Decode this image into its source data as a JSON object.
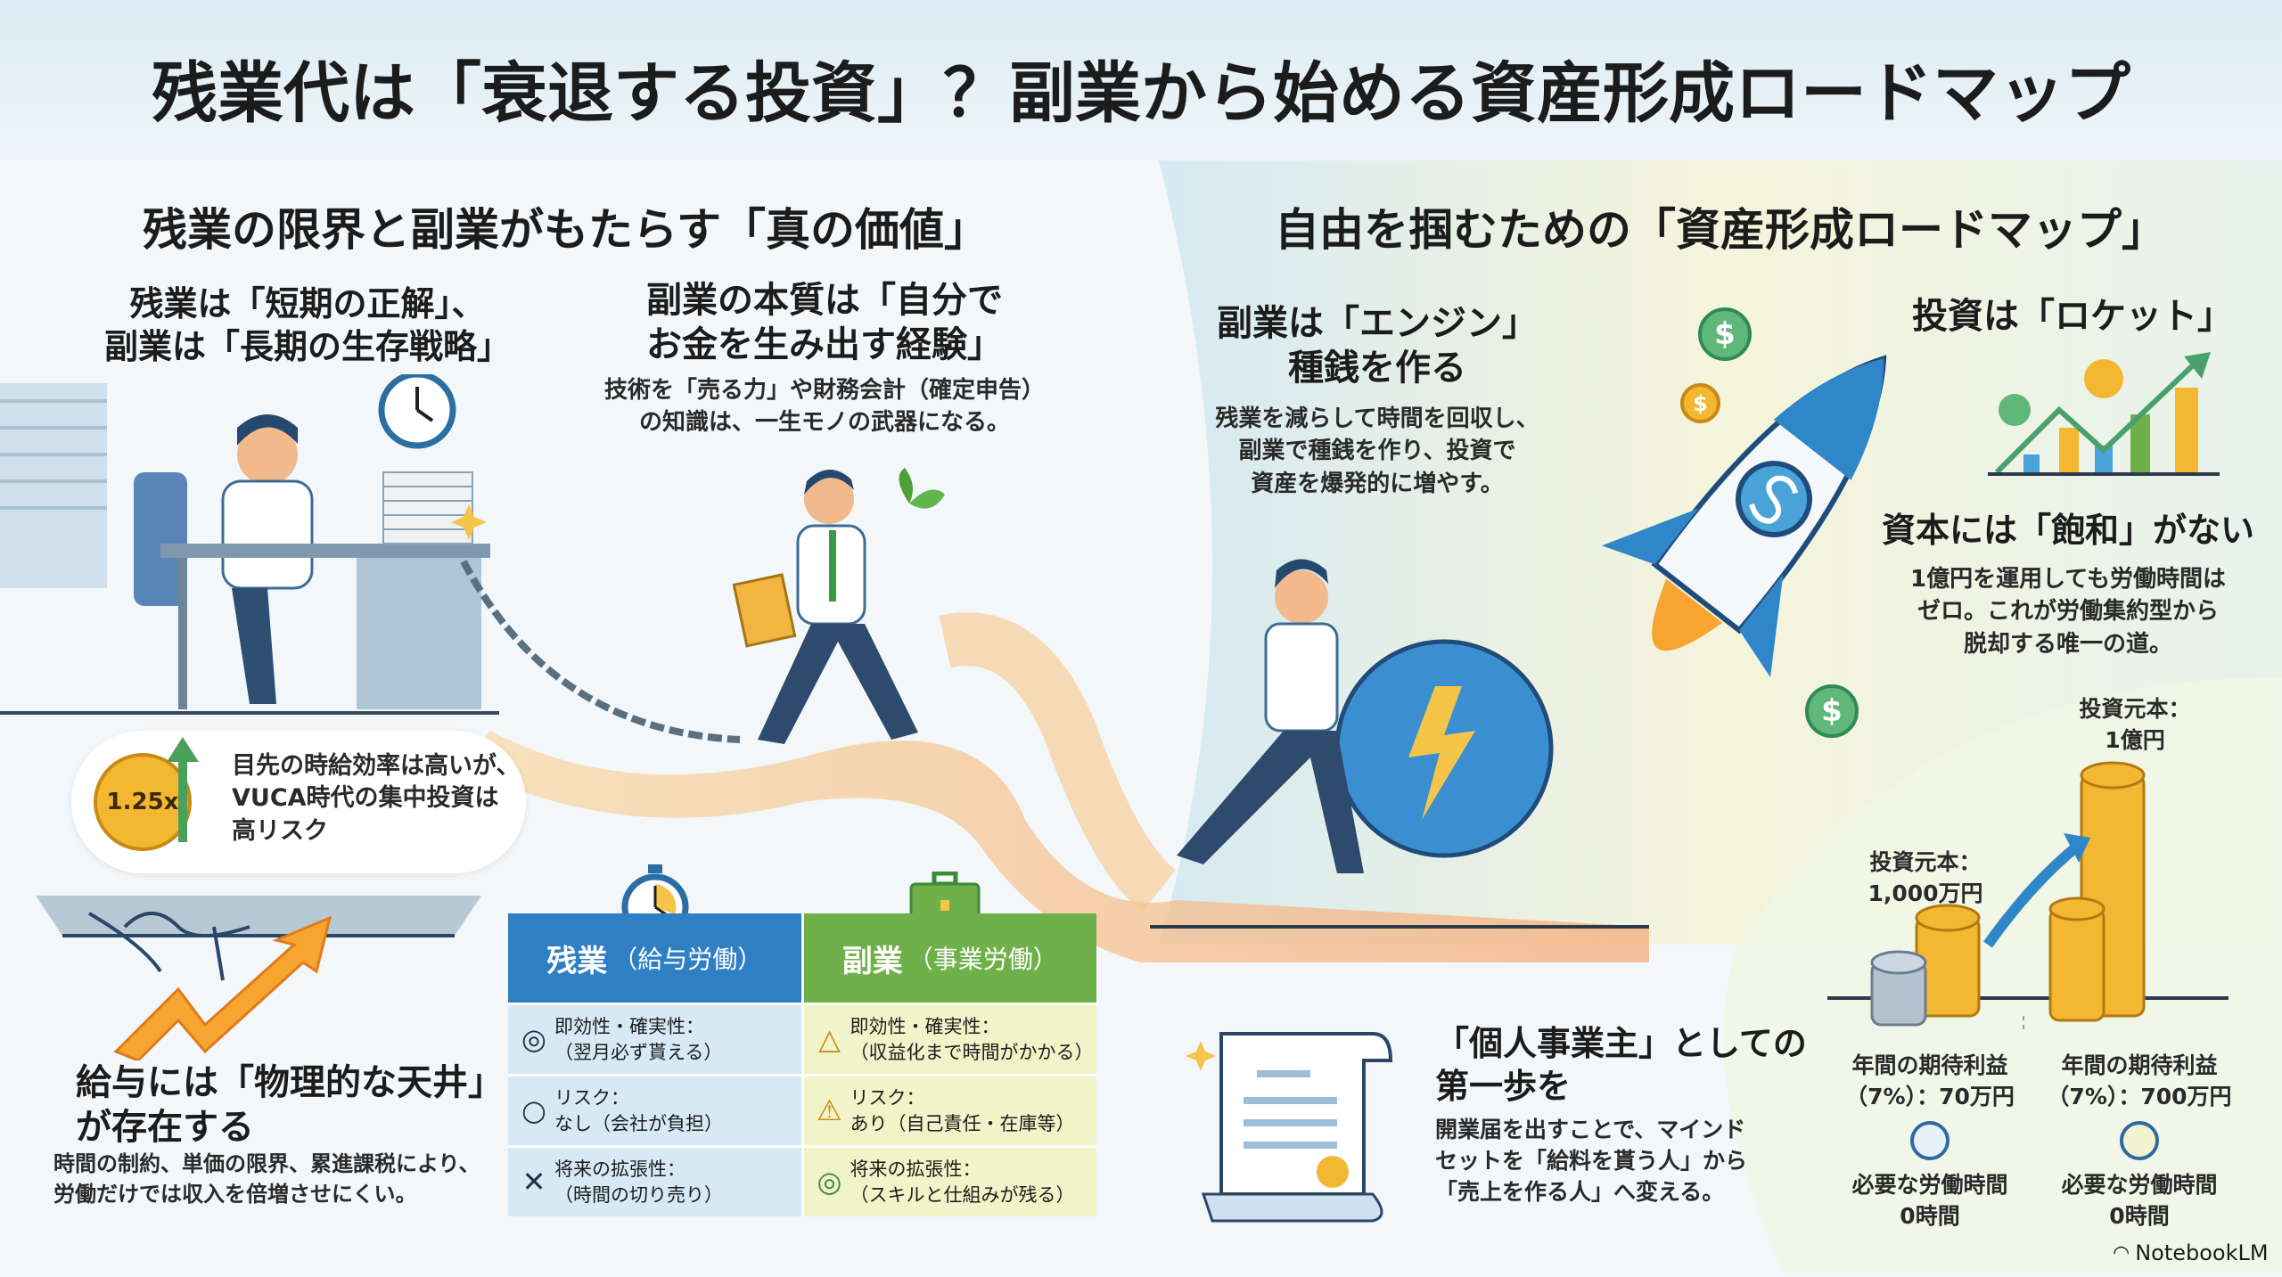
{
  "title": "残業代は「衰退する投資」？副業から始める資産形成ロードマップ",
  "left": {
    "heading": "残業の限界と副業がもたらす「真の価値」",
    "block1": {
      "line1": "残業は「短期の正解」、",
      "line2": "副業は「長期の生存戦略」"
    },
    "block2": {
      "line1": "副業の本質は「自分で",
      "line2": "お金を生み出す経験」",
      "body1": "技術を「売る力」や財務会計（確定申告）",
      "body2": "の知識は、一生モノの武器になる。"
    },
    "bubble": {
      "coin_label": "1.25x",
      "line1": "目先の時給効率は高いが、",
      "line2": "VUCA時代の集中投資は",
      "line3": "高リスク"
    },
    "ceiling": {
      "line1": "給与には「物理的な天井」",
      "line2": "が存在する",
      "body1": "時間の制約、単価の限界、累進課税により、",
      "body2": "労働だけでは収入を倍増させにくい。"
    },
    "table": {
      "col1": {
        "title": "残業",
        "sub": "（給与労働）",
        "color": "#2f7fc4"
      },
      "col2": {
        "title": "副業",
        "sub": "（事業労働）",
        "color": "#6fb04a"
      },
      "rows": [
        {
          "m1": "◎",
          "a1": "即効性・確実性：",
          "b1": "（翌月必ず貰える）",
          "m2": "△",
          "a2": "即効性・確実性：",
          "b2": "（収益化まで時間がかかる）"
        },
        {
          "m1": "○",
          "a1": "リスク：",
          "b1": "なし（会社が負担）",
          "m2": "⚠",
          "a2": "リスク：",
          "b2": "あり（自己責任・在庫等）"
        },
        {
          "m1": "✕",
          "a1": "将来の拡張性：",
          "b1": "（時間の切り売り）",
          "m2": "◎",
          "a2": "将来の拡張性：",
          "b2": "（スキルと仕組みが残る）"
        }
      ]
    }
  },
  "right": {
    "heading": "自由を掴むための「資産形成ロードマップ」",
    "engine": {
      "line1": "副業は「エンジン」",
      "line2": "種銭を作る",
      "body1": "残業を減らして時間を回収し、",
      "body2": "副業で種銭を作り、投資で",
      "body3": "資産を爆発的に増やす。"
    },
    "rocket": {
      "heading": "投資は「ロケット」"
    },
    "saturation": {
      "heading": "資本には「飽和」がない",
      "body1": "1億円を運用しても労働時間は",
      "body2": "ゼロ。これが労働集約型から",
      "body3": "脱却する唯一の道。"
    },
    "coins_small": {
      "label1": "投資元本：",
      "label2": "1,000万円",
      "profit1": "年間の期待利益",
      "profit2": "（7%）：70万円",
      "work1": "必要な労働時間",
      "work2": "0時間"
    },
    "coins_big": {
      "label1": "投資元本：",
      "label2": "1億円",
      "profit1": "年間の期待利益",
      "profit2": "（7%）：700万円",
      "work1": "必要な労働時間",
      "work2": "0時間"
    },
    "sole": {
      "line1": "「個人事業主」としての",
      "line2": "第一歩を",
      "body1": "開業届を出すことで、マインド",
      "body2": "セットを「給料を貰う人」から",
      "body3": "「売上を作る人」へ変える。"
    }
  },
  "brand": "NotebookLM"
}
